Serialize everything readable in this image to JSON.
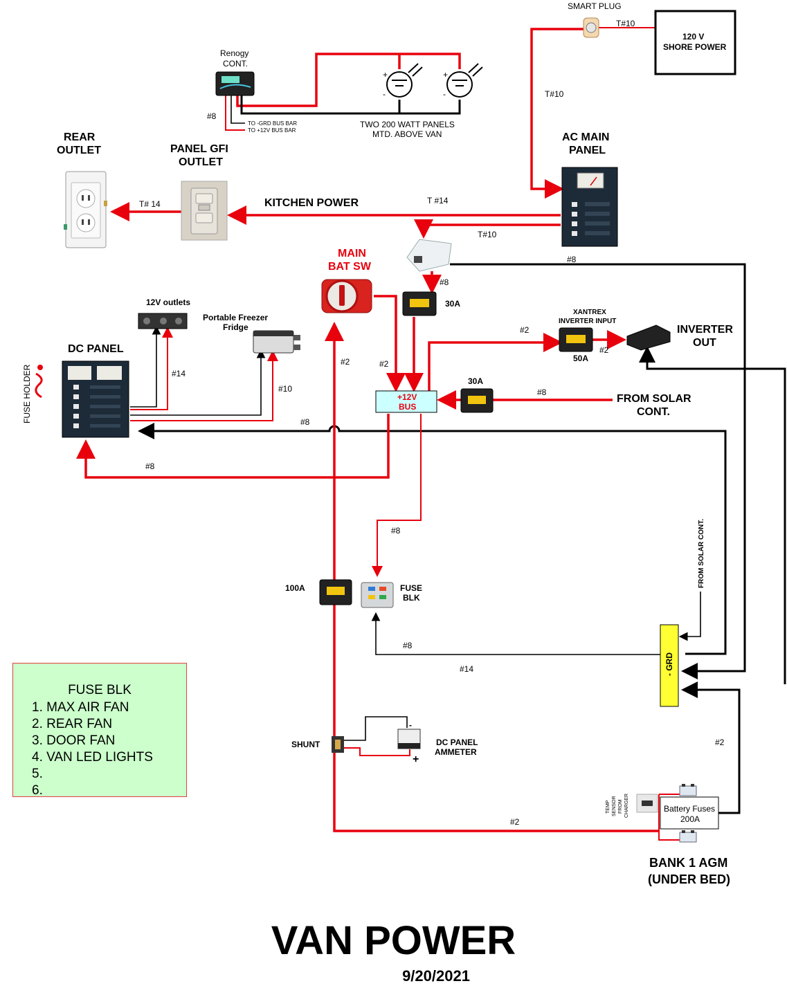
{
  "labels": {
    "smart_plug": "SMART PLUG",
    "t10_top": "T#10",
    "shore_power_1": "120 V",
    "shore_power_2": "SHORE POWER",
    "t10_vertical": "T#10",
    "renogy_1": "Renogy",
    "renogy_2": "CONT.",
    "wire_8_renogy": "#8",
    "to_grd_bus": "TO -GRD BUS BAR",
    "to_12v_bus": "TO +12V BUS BAR",
    "panels_1": "TWO 200 WATT PANELS",
    "panels_2": "MTD. ABOVE VAN",
    "rear_outlet_1": "REAR",
    "rear_outlet_2": "OUTLET",
    "panel_gfi_1": "PANEL GFI",
    "panel_gfi_2": "OUTLET",
    "ac_main_1": "AC MAIN",
    "ac_main_2": "PANEL",
    "t14_rear": "T# 14",
    "kitchen_power": "KITCHEN POWER",
    "t14_kitchen": "T #14",
    "t10_charger": "T#10",
    "main_bat_1": "MAIN",
    "main_bat_2": "BAT  SW",
    "wire_8_charger": "#8",
    "wire_8_charger_down": "#8",
    "fuse_30a_top": "30A",
    "outlets_12v": "12V outlets",
    "freezer_1": "Portable Freezer",
    "freezer_2": "Fridge",
    "xantrex_1": "XANTREX",
    "xantrex_2": "INVERTER INPUT",
    "wire_2_inv": "#2",
    "wire_2_inv2": "#2",
    "fuse_50a": "50A",
    "inverter_1": "INVERTER",
    "inverter_2": "OUT",
    "dc_panel": "DC PANEL",
    "fuse_holder": "FUSE HOLDER",
    "wire_14": "#14",
    "wire_10": "#10",
    "wire_2_sw": "#2",
    "wire_2_bus": "#2",
    "bus_1": "+12V",
    "bus_2": "BUS",
    "fuse_30a_mid": "30A",
    "wire_8_solar": "#8",
    "from_solar_1": "FROM SOLAR",
    "from_solar_2": "CONT.",
    "wire_8_grd": "#8",
    "wire_8_dc": "#8",
    "wire_8_fuseblk": "#8",
    "fuse_100a": "100A",
    "fuse_blk_1": "FUSE",
    "fuse_blk_2": "BLK",
    "from_solar_vert": "FROM SOLAR CONT.",
    "grd": "- GRD",
    "wire_8_grd_fuse": "#8",
    "wire_14_grd": "#14",
    "shunt": "SHUNT",
    "ammeter_1": "DC PANEL",
    "ammeter_2": "AMMETER",
    "wire_2_right": "#2",
    "wire_2_bottom": "#2",
    "temp_1": "TEMP",
    "temp_2": "SENSOR",
    "temp_3": "FROM",
    "temp_4": "CHARGER",
    "bat_fuses_1": "Battery Fuses",
    "bat_fuses_2": "200A",
    "bank_1": "BANK 1 AGM",
    "bank_2": "(UNDER BED)"
  },
  "legend": {
    "title": "FUSE BLK",
    "items": [
      "1. MAX AIR FAN",
      "2. REAR FAN",
      "3. DOOR FAN",
      "4. VAN LED LIGHTS",
      "5.",
      "6."
    ]
  },
  "title": "VAN POWER",
  "date": "9/20/2021",
  "colors": {
    "positive": "#e8000d",
    "negative": "#000000",
    "bus": "#ccffff",
    "ground_bar": "#ffff33",
    "legend_bg": "#ccffcc"
  }
}
